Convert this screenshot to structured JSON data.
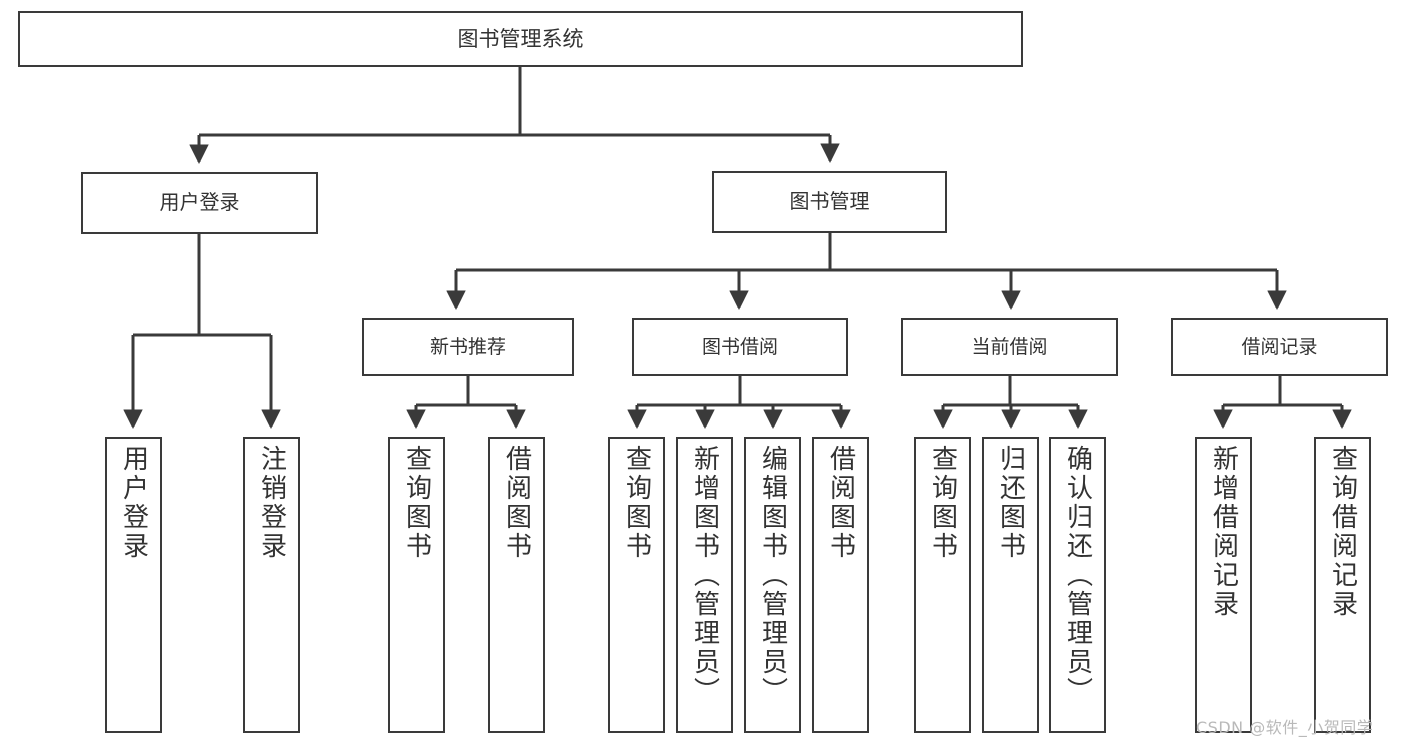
{
  "diagram": {
    "title": "图书管理系统",
    "type": "functional-structure-tree",
    "watermark": "CSDN @软件_小贺同学",
    "colors": {
      "box_border": "#3a3a3a",
      "box_fill": "#ffffff",
      "text": "#333333",
      "connector": "#3a3a3a",
      "watermark": "#b9b9b9",
      "background": "#ffffff"
    },
    "root": {
      "label": "图书管理系统"
    },
    "level2": [
      {
        "label": "用户登录"
      },
      {
        "label": "图书管理"
      }
    ],
    "level3": [
      {
        "label": "新书推荐"
      },
      {
        "label": "图书借阅"
      },
      {
        "label": "当前借阅"
      },
      {
        "label": "借阅记录"
      }
    ],
    "leaves": {
      "user_login": [
        {
          "label": "用户登录"
        },
        {
          "label": "注销登录"
        }
      ],
      "new_book": [
        {
          "label": "查询图书"
        },
        {
          "label": "借阅图书"
        }
      ],
      "book_borrow": [
        {
          "label": "查询图书"
        },
        {
          "label": "新增图书（管理员）"
        },
        {
          "label": "编辑图书（管理员）"
        },
        {
          "label": "借阅图书"
        }
      ],
      "current_borrow": [
        {
          "label": "查询图书"
        },
        {
          "label": "归还图书"
        },
        {
          "label": "确认归还（管理员）"
        }
      ],
      "borrow_record": [
        {
          "label": "新增借阅记录"
        },
        {
          "label": "查询借阅记录"
        }
      ]
    }
  }
}
